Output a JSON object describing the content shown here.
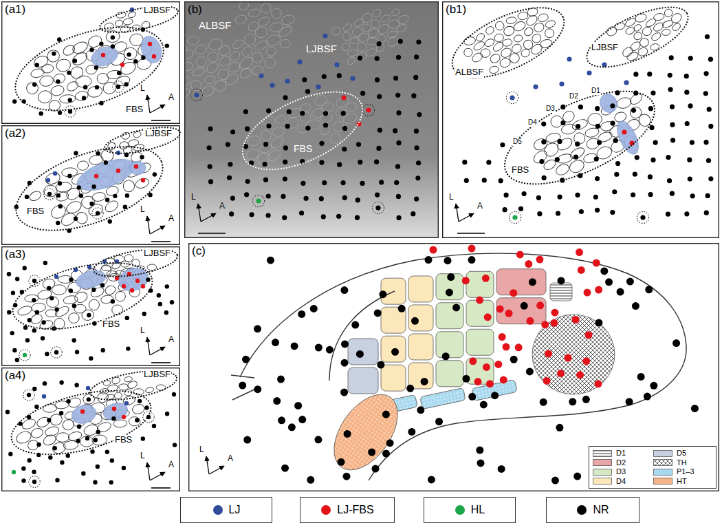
{
  "diagram": {
    "nodes": [
      {
        "text": [
          "(a1)"
        ]
      },
      {
        "text": [
          "LJBSF"
        ],
        "in": 0
      },
      {
        "text": [
          "FBS"
        ],
        "in": 0
      },
      {
        "text": [
          "(a2)"
        ]
      },
      {
        "text": [
          "LJBSF"
        ],
        "in": 3
      },
      {
        "text": [
          "FBS"
        ],
        "in": 3
      },
      {
        "text": [
          "(a3)"
        ]
      },
      {
        "text": [
          "LJBSF"
        ],
        "in": 6
      },
      {
        "text": [
          "FBS"
        ],
        "in": 6
      },
      {
        "text": [
          "(a4)"
        ]
      },
      {
        "text": [
          "LJBSF"
        ],
        "in": 9
      },
      {
        "text": [
          "FBS"
        ],
        "in": 9
      },
      {
        "text": [
          "(b)"
        ]
      },
      {
        "text": [
          "FBS"
        ],
        "in": 12
      },
      {
        "text": [
          "(b1)"
        ]
      },
      {
        "text": [
          "ALBSF"
        ],
        "in": 14
      },
      {
        "text": [
          "LJBSF"
        ],
        "in": 14
      },
      {
        "text": [
          "FBS"
        ],
        "in": 14
      },
      {
        "text": [
          "(c)"
        ]
      }
    ],
    "labels": [
      "L",
      "A",
      "L",
      "A",
      "L",
      "A",
      "L",
      "A",
      "ALBSF",
      "LJBSF",
      "L",
      "A",
      "D1",
      "D2",
      "D3",
      "D4",
      "D5",
      "L",
      "A",
      "L",
      "A"
    ],
    "legend": [
      {
        "text": "LJ",
        "color": "#2f4b9c"
      },
      {
        "text": "LJ-FBS",
        "color": "#e3131b"
      },
      {
        "text": "HL",
        "color": "#1ea64c"
      },
      {
        "text": "NR",
        "color": "#000000"
      },
      {
        "text": "D1"
      },
      {
        "text": "D2",
        "color": "#e9a6a6"
      },
      {
        "text": "D3",
        "color": "#d6e9c4"
      },
      {
        "text": "D4",
        "color": "#fbe7ba"
      },
      {
        "text": "D5",
        "color": "#c7d1e2"
      },
      {
        "text": "TH"
      },
      {
        "text": "P1–3",
        "color": "#a9d9ef"
      },
      {
        "text": "HT",
        "color": "#f5b487"
      }
    ]
  }
}
